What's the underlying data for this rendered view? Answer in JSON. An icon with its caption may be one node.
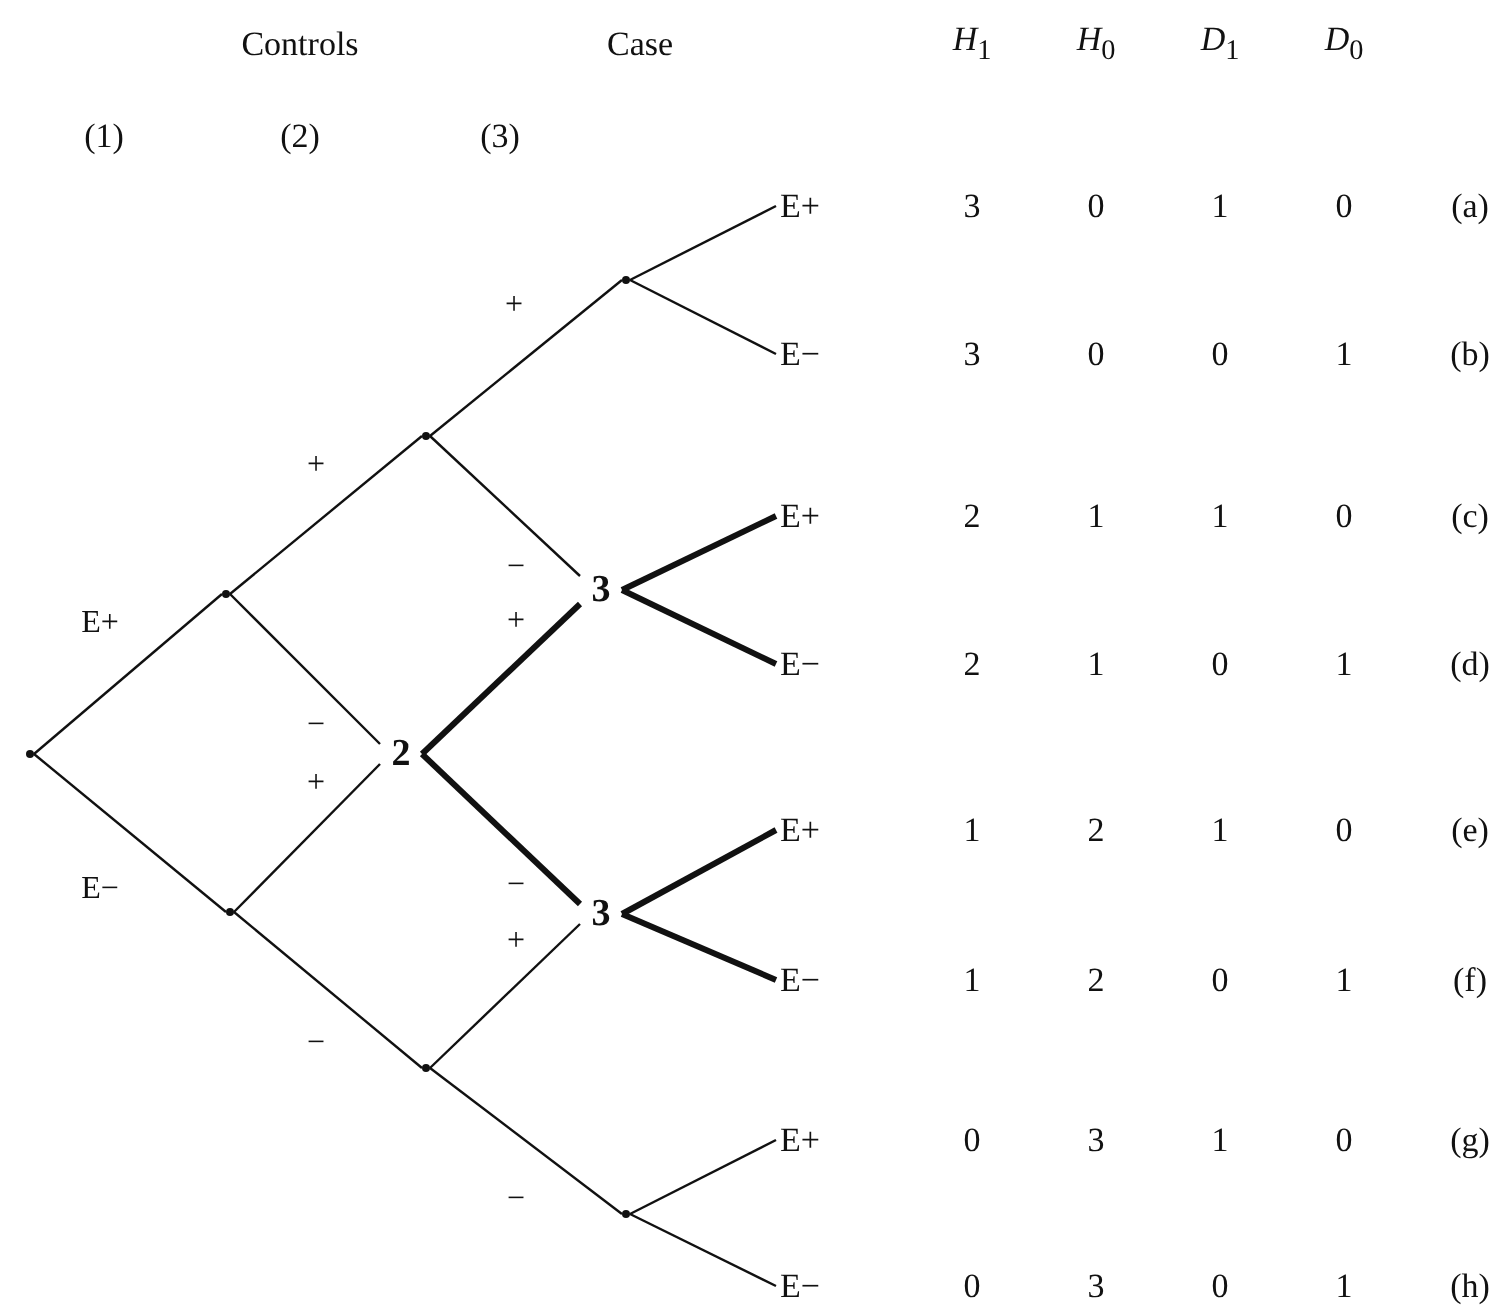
{
  "diagram": {
    "nodes": [
      {
        "text": [],
        "shape": "point"
      },
      {
        "text": [],
        "shape": "point"
      },
      {
        "text": [],
        "shape": "point"
      },
      {
        "text": [],
        "shape": "point"
      },
      {
        "text": [
          "2"
        ]
      },
      {
        "text": [],
        "shape": "point"
      },
      {
        "text": [
          "3"
        ]
      },
      {
        "text": [
          "3"
        ]
      },
      {
        "text": [],
        "shape": "point"
      },
      {
        "text": [],
        "shape": "point"
      },
      {
        "text": [
          "E+"
        ]
      },
      {
        "text": [
          "E−"
        ]
      },
      {
        "text": [
          "E+"
        ]
      },
      {
        "text": [
          "E−"
        ]
      },
      {
        "text": [
          "E+"
        ]
      },
      {
        "text": [
          "E−"
        ]
      },
      {
        "text": [
          "E+"
        ]
      },
      {
        "text": [
          "E−"
        ]
      }
    ],
    "edges": [
      {
        "from": 0,
        "to": 1,
        "arrow": "none",
        "label": "E+"
      },
      {
        "from": 0,
        "to": 2,
        "arrow": "none",
        "label": "E−"
      },
      {
        "from": 1,
        "to": 3,
        "arrow": "none",
        "label": "+"
      },
      {
        "from": 1,
        "to": 4,
        "arrow": "none",
        "label": "−"
      },
      {
        "from": 2,
        "to": 4,
        "arrow": "none",
        "label": "+"
      },
      {
        "from": 2,
        "to": 5,
        "arrow": "none",
        "label": "−"
      },
      {
        "from": 3,
        "to": 8,
        "arrow": "none",
        "label": "+"
      },
      {
        "from": 3,
        "to": 6,
        "arrow": "none",
        "label": "−"
      },
      {
        "from": 4,
        "to": 6,
        "arrow": "none",
        "label": "+",
        "style": "thick"
      },
      {
        "from": 4,
        "to": 7,
        "arrow": "none",
        "label": "−",
        "style": "thick"
      },
      {
        "from": 5,
        "to": 7,
        "arrow": "none",
        "label": "+"
      },
      {
        "from": 5,
        "to": 9,
        "arrow": "none",
        "label": "−"
      },
      {
        "from": 8,
        "to": 10,
        "arrow": "none"
      },
      {
        "from": 8,
        "to": 11,
        "arrow": "none"
      },
      {
        "from": 6,
        "to": 12,
        "arrow": "none",
        "style": "thick"
      },
      {
        "from": 6,
        "to": 13,
        "arrow": "none",
        "style": "thick"
      },
      {
        "from": 7,
        "to": 14,
        "arrow": "none",
        "style": "thick"
      },
      {
        "from": 7,
        "to": 15,
        "arrow": "none",
        "style": "thick"
      },
      {
        "from": 9,
        "to": 16,
        "arrow": "none"
      },
      {
        "from": 9,
        "to": 17,
        "arrow": "none"
      }
    ],
    "labels": [
      "Controls",
      "Case",
      "*H*$_{1}$",
      "*H*$_{0}$",
      "*D*$_{1}$",
      "*D*$_{0}$",
      "(1)",
      "(2)",
      "(3)",
      "3",
      "0",
      "1",
      "0",
      "(a)",
      "3",
      "0",
      "0",
      "1",
      "(b)",
      "2",
      "1",
      "1",
      "0",
      "(c)",
      "2",
      "1",
      "0",
      "1",
      "(d)",
      "1",
      "2",
      "1",
      "0",
      "(e)",
      "1",
      "2",
      "0",
      "1",
      "(f)",
      "0",
      "3",
      "1",
      "0",
      "(g)",
      "0",
      "3",
      "0",
      "1",
      "(h)"
    ]
  }
}
